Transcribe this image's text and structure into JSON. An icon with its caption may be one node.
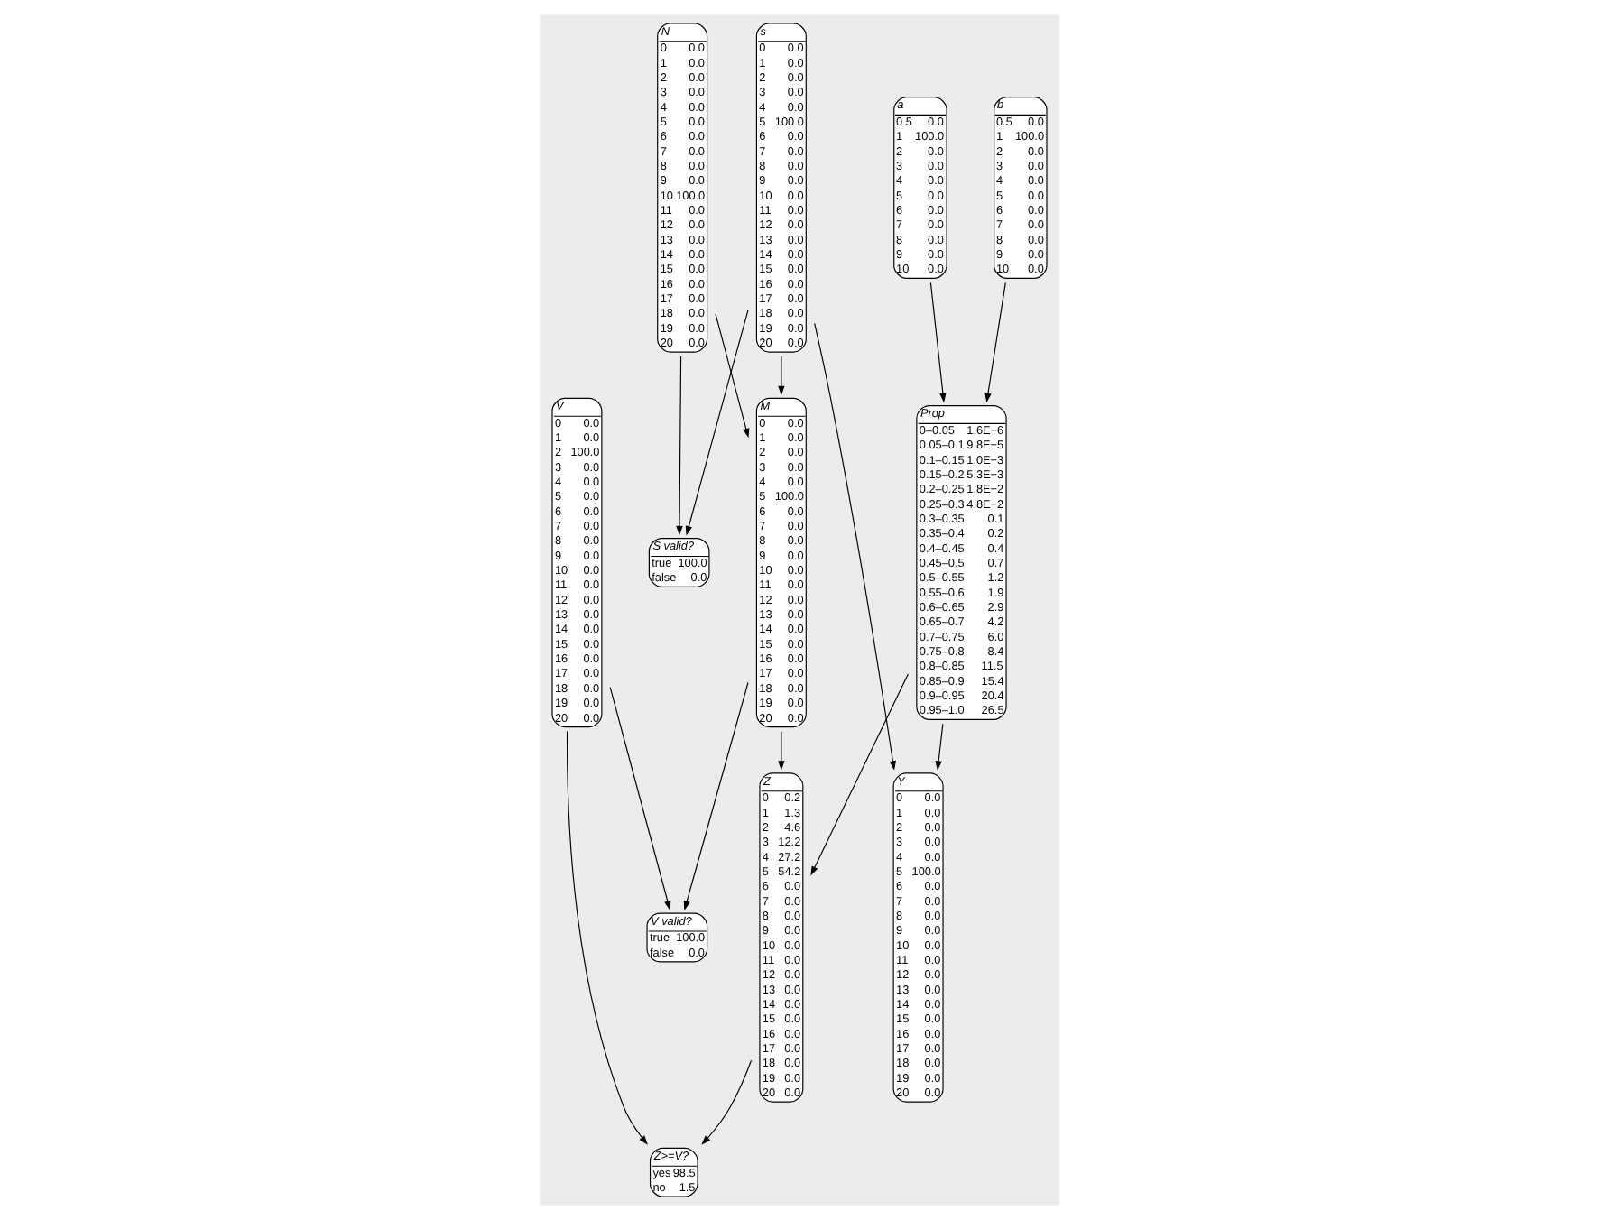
{
  "diagram": {
    "nodes": [
      {
        "text": [
          "N",
          "0 0.0",
          "1 0.0",
          "2 0.0",
          "3 0.0",
          "4 0.0",
          "5 0.0",
          "6 0.0",
          "7 0.0",
          "8 0.0",
          "9 0.0",
          "10 100.0",
          "11 0.0",
          "12 0.0",
          "13 0.0",
          "14 0.0",
          "15 0.0",
          "16 0.0",
          "17 0.0",
          "18 0.0",
          "19 0.0",
          "20 0.0"
        ]
      },
      {
        "text": [
          "S valid?",
          "true 100.0",
          "false 0.0"
        ]
      },
      {
        "text": [
          "s",
          "0 0.0",
          "1 0.0",
          "2 0.0",
          "3 0.0",
          "4 0.0",
          "5 100.0",
          "6 0.0",
          "7 0.0",
          "8 0.0",
          "9 0.0",
          "10 0.0",
          "11 0.0",
          "12 0.0",
          "13 0.0",
          "14 0.0",
          "15 0.0",
          "16 0.0",
          "17 0.0",
          "18 0.0",
          "19 0.0",
          "20 0.0"
        ]
      },
      {
        "text": [
          "Y",
          "0 0.0",
          "1 0.0",
          "2 0.0",
          "3 0.0",
          "4 0.0",
          "5 100.0",
          "6 0.0",
          "7 0.0",
          "8 0.0",
          "9 0.0",
          "10 0.0",
          "11 0.0",
          "12 0.0",
          "13 0.0",
          "14 0.0",
          "15 0.0",
          "16 0.0",
          "17 0.0",
          "18 0.0",
          "19 0.0",
          "20 0.0"
        ]
      },
      {
        "text": [
          "a",
          "0.5 0.0",
          "1 100.0",
          "2 0.0",
          "3 0.0",
          "4 0.0",
          "5 0.0",
          "6 0.0",
          "7 0.0",
          "8 0.0",
          "9 0.0",
          "10 0.0"
        ]
      },
      {
        "text": [
          "b",
          "0.5 0.0",
          "1 100.0",
          "2 0.0",
          "3 0.0",
          "4 0.0",
          "5 0.0",
          "6 0.0",
          "7 0.0",
          "8 0.0",
          "9 0.0",
          "10 0.0"
        ]
      },
      {
        "text": [
          "M",
          "0 0.0",
          "1 0.0",
          "2 0.0",
          "3 0.0",
          "4 0.0",
          "5 100.0",
          "6 0.0",
          "7 0.0",
          "8 0.0",
          "9 0.0",
          "10 0.0",
          "11 0.0",
          "12 0.0",
          "13 0.0",
          "14 0.0",
          "15 0.0",
          "16 0.0",
          "17 0.0",
          "18 0.0",
          "19 0.0",
          "20 0.0"
        ]
      },
      {
        "text": [
          "Prop",
          "0–0.05 1.6E−6",
          "0.05–0.1 9.8E−5",
          "0.1–0.15 1.0E−3",
          "0.15–0.2 5.3E−3",
          "0.2–0.25 1.8E−2",
          "0.25–0.3 4.8E−2",
          "0.3–0.35 0.1",
          "0.35–0.4 0.2",
          "0.4–0.45 0.4",
          "0.45–0.5 0.7",
          "0.5–0.55 1.2",
          "0.55–0.6 1.9",
          "0.6–0.65 2.9",
          "0.65–0.7 4.2",
          "0.7–0.75 6.0",
          "0.75–0.8 8.4",
          "0.8–0.85 11.5",
          "0.85–0.9 15.4",
          "0.9–0.95 20.4",
          "0.95–1.0 26.5"
        ]
      },
      {
        "text": [
          "Z",
          "0 0.2",
          "1 1.3",
          "2 4.6",
          "3 12.2",
          "4 27.2",
          "5 54.2",
          "6 0.0",
          "7 0.0",
          "8 0.0",
          "9 0.0",
          "10 0.0",
          "11 0.0",
          "12 0.0",
          "13 0.0",
          "14 0.0",
          "15 0.0",
          "16 0.0",
          "17 0.0",
          "18 0.0",
          "19 0.0",
          "20 0.0"
        ]
      },
      {
        "text": [
          "V",
          "0 0.0",
          "1 0.0",
          "2 100.0",
          "3 0.0",
          "4 0.0",
          "5 0.0",
          "6 0.0",
          "7 0.0",
          "8 0.0",
          "9 0.0",
          "10 0.0",
          "11 0.0",
          "12 0.0",
          "13 0.0",
          "14 0.0",
          "15 0.0",
          "16 0.0",
          "17 0.0",
          "18 0.0",
          "19 0.0",
          "20 0.0"
        ]
      },
      {
        "text": [
          "V valid?",
          "true 100.0",
          "false 0.0"
        ]
      },
      {
        "text": [
          "Z>=V?",
          "yes 98.5",
          "no 1.5"
        ]
      }
    ],
    "edges": [
      {
        "from": 0,
        "to": 1,
        "arrow": "to"
      },
      {
        "from": 0,
        "to": 6,
        "arrow": "to"
      },
      {
        "from": 2,
        "to": 1,
        "arrow": "to"
      },
      {
        "from": 2,
        "to": 6,
        "arrow": "to"
      },
      {
        "from": 2,
        "to": 3,
        "arrow": "to"
      },
      {
        "from": 4,
        "to": 7,
        "arrow": "to"
      },
      {
        "from": 5,
        "to": 7,
        "arrow": "to"
      },
      {
        "from": 7,
        "to": 3,
        "arrow": "to"
      },
      {
        "from": 6,
        "to": 8,
        "arrow": "to"
      },
      {
        "from": 7,
        "to": 8,
        "arrow": "to"
      },
      {
        "from": 6,
        "to": 10,
        "arrow": "to"
      },
      {
        "from": 9,
        "to": 10,
        "arrow": "to"
      },
      {
        "from": 9,
        "to": 11,
        "arrow": "to"
      },
      {
        "from": 8,
        "to": 11,
        "arrow": "to"
      }
    ]
  }
}
